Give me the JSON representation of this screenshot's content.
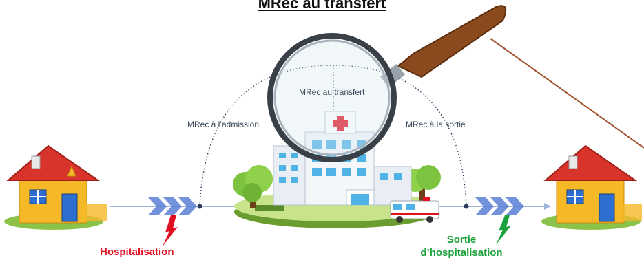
{
  "title": "MRec au transfert",
  "labels": {
    "admission": "MRec à l’admission",
    "transfer": "MRec au transfert",
    "discharge": "MRec à la sortie"
  },
  "events": {
    "hospitalisation": "Hospitalisation",
    "sortie_line1": "Sortie",
    "sortie_line2": "d’hospitalisation"
  },
  "icons": [
    "house-icon",
    "hospital-icon",
    "ambulance-icon",
    "magnifying-glass-icon",
    "tree-icon",
    "chevron-arrow-icon",
    "lightning-icon"
  ],
  "colors": {
    "timeline": "#9ab4dc",
    "chevron": "#5b7fd6",
    "hospitalisation": "#e01020",
    "sortie": "#1aa13a",
    "roof": "#d9342b",
    "wall": "#f5b928",
    "door": "#2d6fd1",
    "glass_handle": "#8b4a1e"
  }
}
